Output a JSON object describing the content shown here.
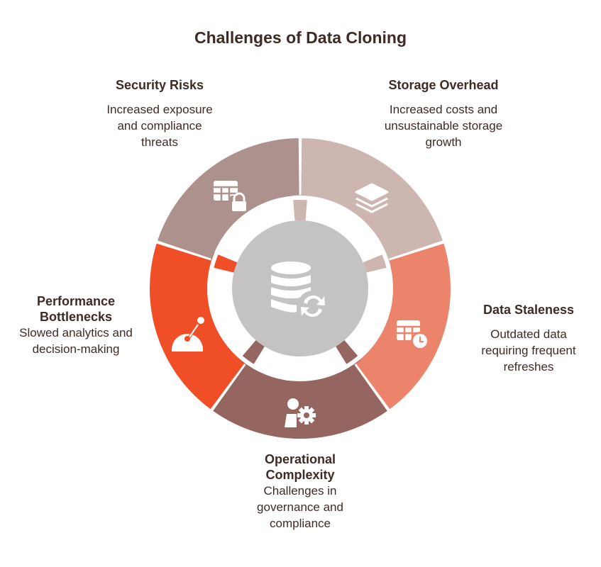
{
  "title": "Challenges of Data Cloning",
  "colors": {
    "text": "#3f2b26",
    "hub_gray": "#c4c2c2",
    "white": "#ffffff"
  },
  "segments": [
    {
      "id": "storage-overhead",
      "heading": "Storage Overhead",
      "description": "Increased costs and unsustainable storage growth",
      "color": "#cdb5b0",
      "icon": "stack-layers-icon"
    },
    {
      "id": "data-staleness",
      "heading": "Data Staleness",
      "description": "Outdated data requiring frequent refreshes",
      "color": "#ec846b",
      "icon": "calendar-clock-icon"
    },
    {
      "id": "operational-complexity",
      "heading": "Operational Complexity",
      "description": "Challenges in governance and compliance",
      "color": "#956560",
      "icon": "person-gear-icon"
    },
    {
      "id": "performance-bottlenecks",
      "heading": "Performance Bottlenecks",
      "description": "Slowed analytics and decision-making",
      "color": "#f04e26",
      "icon": "gauge-icon"
    },
    {
      "id": "security-risks",
      "heading": "Security Risks",
      "description": "Increased exposure and compliance threats",
      "color": "#ac918c",
      "icon": "table-lock-icon"
    }
  ],
  "center": {
    "icon": "database-sync-icon"
  }
}
